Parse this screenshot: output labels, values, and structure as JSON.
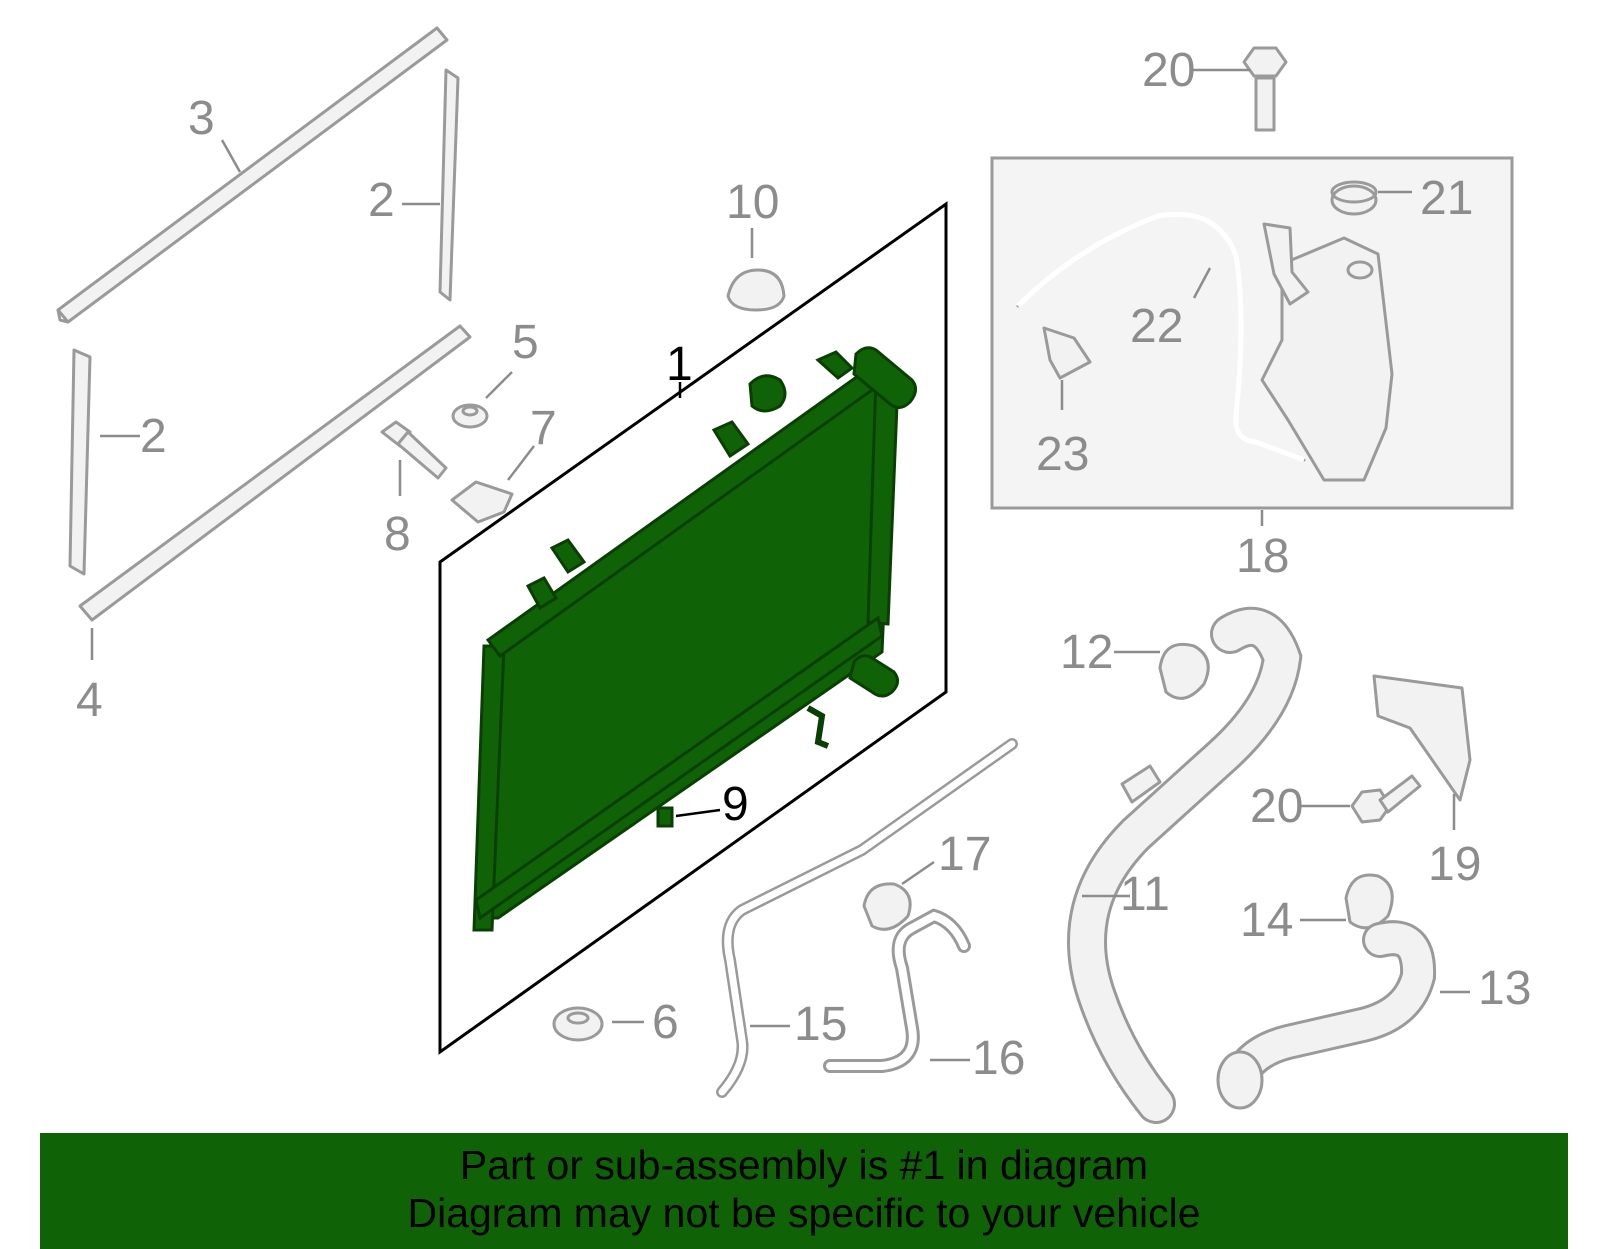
{
  "colors": {
    "highlight": "#0f6306",
    "highlight_outline": "#0a3f04",
    "part_outline": "#9a9a9a",
    "callout_text": "#8c8c8c",
    "banner_bg": "#0f6306"
  },
  "callouts": {
    "c1": "1",
    "c2a": "2",
    "c2b": "2",
    "c3": "3",
    "c4": "4",
    "c5": "5",
    "c6": "6",
    "c7": "7",
    "c8": "8",
    "c9": "9",
    "c10": "10",
    "c11": "11",
    "c12": "12",
    "c13": "13",
    "c14": "14",
    "c15": "15",
    "c16": "16",
    "c17": "17",
    "c18": "18",
    "c19": "19",
    "c20a": "20",
    "c20b": "20",
    "c21": "21",
    "c22": "22",
    "c23": "23"
  },
  "banner": {
    "line1": "Part or sub-assembly is #1 in diagram",
    "line2": "Diagram may not be specific to your vehicle"
  }
}
